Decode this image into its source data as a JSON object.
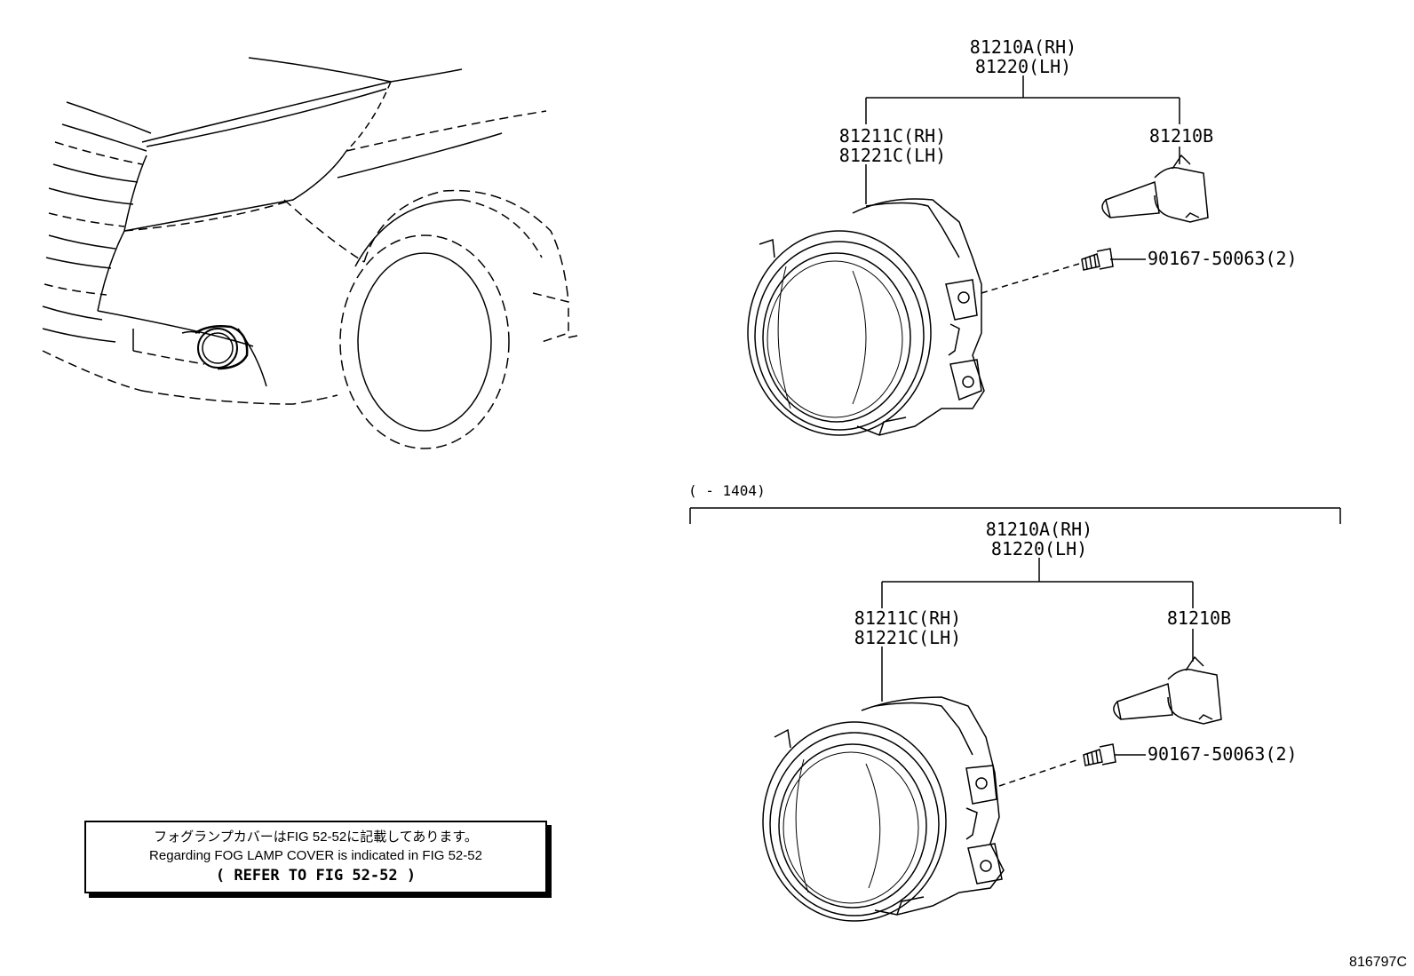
{
  "top_assembly": {
    "assembly_rh": "81210A(RH)",
    "assembly_lh": "81220(LH)",
    "housing_rh": "81211C(RH)",
    "housing_lh": "81221C(LH)",
    "bulb": "81210B",
    "screw": "90167-50063(2)"
  },
  "bottom_assembly": {
    "range_note": "(    - 1404)",
    "assembly_rh": "81210A(RH)",
    "assembly_lh": "81220(LH)",
    "housing_rh": "81211C(RH)",
    "housing_lh": "81221C(LH)",
    "bulb": "81210B",
    "screw": "90167-50063(2)"
  },
  "note": {
    "line_ja": "フォグランプカバーはFIG 52-52に記載してあります。",
    "line_en": "Regarding FOG LAMP COVER is indicated in FIG 52-52",
    "line_ref": "(  REFER TO FIG 52-52  )"
  },
  "diagram_id": "816797C"
}
